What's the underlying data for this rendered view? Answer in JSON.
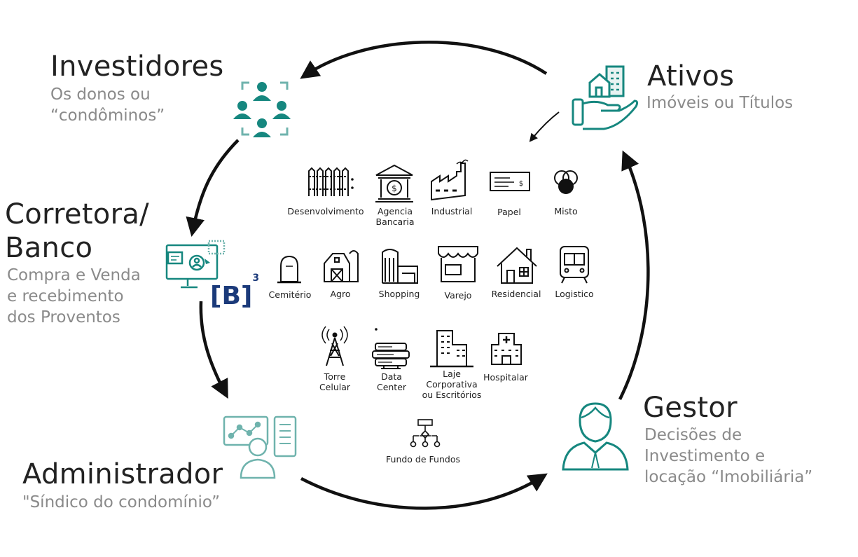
{
  "nodes": {
    "investidores": {
      "title": "Investidores",
      "subtitle": [
        "Os donos ou",
        "“condôminos”"
      ]
    },
    "ativos": {
      "title": "Ativos",
      "subtitle": [
        "Imóveis ou Títulos"
      ]
    },
    "corretora": {
      "title": [
        "Corretora/",
        "Banco"
      ],
      "subtitle": [
        "Compra e Venda",
        "e recebimento",
        "dos Proventos"
      ]
    },
    "administrador": {
      "title": "Administrador",
      "subtitle": [
        "\"Síndico do condomínio”"
      ]
    },
    "gestor": {
      "title": "Gestor",
      "subtitle": [
        "Decisões de",
        "Investimento e",
        "locação “Imobiliária”"
      ]
    }
  },
  "b3_logo": "B",
  "b3_sup": "3",
  "asset_types": [
    {
      "id": "desenvolvimento",
      "label": [
        "Desenvolvimento"
      ],
      "icon": "fence-icon"
    },
    {
      "id": "agencia",
      "label": [
        "Agencia",
        "Bancaria"
      ],
      "icon": "bank-icon"
    },
    {
      "id": "industrial",
      "label": [
        "Industrial"
      ],
      "icon": "factory-icon"
    },
    {
      "id": "papel",
      "label": [
        "Papel"
      ],
      "icon": "check-paper-icon"
    },
    {
      "id": "misto",
      "label": [
        "Misto"
      ],
      "icon": "venn-icon"
    },
    {
      "id": "cemiterio",
      "label": [
        "Cemitério"
      ],
      "icon": "tombstone-icon"
    },
    {
      "id": "agro",
      "label": [
        "Agro"
      ],
      "icon": "barn-icon"
    },
    {
      "id": "shopping",
      "label": [
        "Shopping"
      ],
      "icon": "mall-icon"
    },
    {
      "id": "varejo",
      "label": [
        "Varejo"
      ],
      "icon": "store-icon"
    },
    {
      "id": "residencial",
      "label": [
        "Residencial"
      ],
      "icon": "house-icon"
    },
    {
      "id": "logistico",
      "label": [
        "Logistico"
      ],
      "icon": "train-icon"
    },
    {
      "id": "torre",
      "label": [
        "Torre",
        "Celular"
      ],
      "icon": "cell-tower-icon"
    },
    {
      "id": "datacenter",
      "label": [
        "Data",
        "Center"
      ],
      "icon": "server-icon"
    },
    {
      "id": "laje",
      "label": [
        "Laje",
        "Corporativa",
        "ou Escritórios"
      ],
      "icon": "office-building-icon"
    },
    {
      "id": "hospitalar",
      "label": [
        "Hospitalar"
      ],
      "icon": "hospital-icon"
    },
    {
      "id": "fof",
      "label": [
        "Fundo de Fundos"
      ],
      "icon": "org-chart-icon"
    }
  ],
  "colors": {
    "teal": "#16877f",
    "teal_light": "#6fb3ad",
    "title": "#222222",
    "subtitle": "#8a8a8a",
    "b3": "#1b3a7a",
    "arrow": "#111111"
  }
}
